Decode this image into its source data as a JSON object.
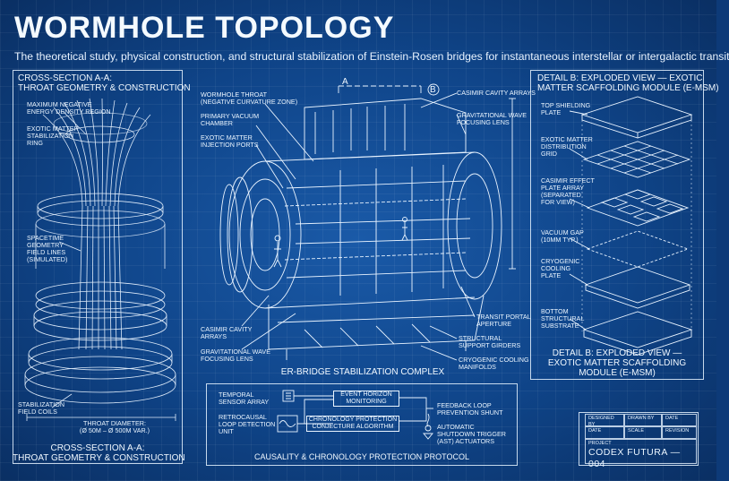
{
  "header": {
    "title": "WORMHOLE TOPOLOGY",
    "subtitle": "The theoretical study, physical construction, and structural stabilization of Einstein-Rosen bridges for instantaneous interstellar or intergalactic transit"
  },
  "left": {
    "heading_line1": "CROSS-SECTION A-A:",
    "heading_line2": "THROAT GEOMETRY & CONSTRUCTION",
    "labels": {
      "max_energy_1": "MAXIMUM NEGATIVE",
      "max_energy_2": "ENERGY DENSITY REGION",
      "exotic_ring_1": "EXOTIC MATTER",
      "exotic_ring_2": "STABILIZATION",
      "exotic_ring_3": "RING",
      "field_lines_1": "SPACETIME",
      "field_lines_2": "GEOMETRY",
      "field_lines_3": "FIELD LINES",
      "field_lines_4": "(SIMULATED)",
      "coils_1": "STABILIZATION",
      "coils_2": "FIELD COILS",
      "diameter_1": "THROAT DIAMETER:",
      "diameter_2": "(Ø 50m – Ø 500m VAR.)"
    },
    "caption_line1": "CROSS-SECTION A-A:",
    "caption_line2": "THROAT GEOMETRY & CONSTRUCTION"
  },
  "center": {
    "marker_a": "A",
    "marker_b": "B",
    "labels": {
      "throat_1": "WORMHOLE THROAT",
      "throat_2": "(NEGATIVE CURVATURE ZONE)",
      "vacuum_1": "PRIMARY VACUUM",
      "vacuum_2": "CHAMBER",
      "injection_1": "EXOTIC MATTER",
      "injection_2": "INJECTION PORTS",
      "casimir_top": "CASIMIR CAVITY ARRAYS",
      "grav_top_1": "GRAVITATIONAL WAVE",
      "grav_top_2": "FOCUSING LENS",
      "casimir_bottom_1": "CASIMIR CAVITY",
      "casimir_bottom_2": "ARRAYS",
      "grav_bottom_1": "GRAVITATIONAL WAVE",
      "grav_bottom_2": "FOCUSING LENS",
      "portal_1": "TRANSIT PORTAL",
      "portal_2": "APERTURE",
      "girders_1": "STRUCTURAL",
      "girders_2": "SUPPORT GIRDERS",
      "manifolds_1": "CRYOGENIC COOLING",
      "manifolds_2": "MANIFOLDS"
    },
    "caption": "ER-BRIDGE STABILIZATION COMPLEX"
  },
  "right": {
    "heading_line1": "DETAIL B: EXPLODED VIEW — EXOTIC",
    "heading_line2": "MATTER SCAFFOLDING MODULE (E-MSM)",
    "layers": [
      {
        "l1": "TOP SHIELDING",
        "l2": "PLATE"
      },
      {
        "l1": "EXOTIC MATTER",
        "l2": "DISTRIBUTION",
        "l3": "GRID"
      },
      {
        "l1": "CASIMIR EFFECT",
        "l2": "PLATE ARRAY",
        "l3": "(SEPARATED",
        "l4": "FOR VIEW)"
      },
      {
        "l1": "VACUUM GAP",
        "l2": "(10mm TYP.)"
      },
      {
        "l1": "CRYOGENIC",
        "l2": "COOLING",
        "l3": "PLATE"
      },
      {
        "l1": "BOTTOM",
        "l2": "STRUCTURAL",
        "l3": "SUBSTRATE"
      }
    ],
    "caption_line1": "DETAIL B: EXPLODED VIEW —",
    "caption_line2": "EXOTIC MATTER SCAFFOLDING",
    "caption_line3": "MODULE (E-MSM)"
  },
  "protocol": {
    "temporal_1": "TEMPORAL",
    "temporal_2": "SENSOR ARRAY",
    "retro_1": "RETROCAUSAL",
    "retro_2": "LOOP DETECTION",
    "retro_3": "UNIT",
    "event_1": "EVENT HORIZON",
    "event_2": "MONITORING",
    "chrono_1": "CHRONOLOGY PROTECTION",
    "chrono_2": "CONJECTURE ALGORITHM",
    "feedback_1": "FEEDBACK LOOP",
    "feedback_2": "PREVENTION SHUNT",
    "auto_1": "AUTOMATIC",
    "auto_2": "SHUTDOWN TRIGGER",
    "auto_3": "(AST) ACTUATORS",
    "caption": "CAUSALITY & CHRONOLOGY PROTECTION PROTOCOL"
  },
  "title_block": {
    "designed_by": "DESIGNED BY",
    "drawn_by": "DRAWN BY",
    "date1": "DATE",
    "date2": "DATE",
    "scale": "SCALE",
    "revision": "REVISION",
    "project": "PROJECT",
    "project_name": "CODEX FUTURA — 004"
  }
}
